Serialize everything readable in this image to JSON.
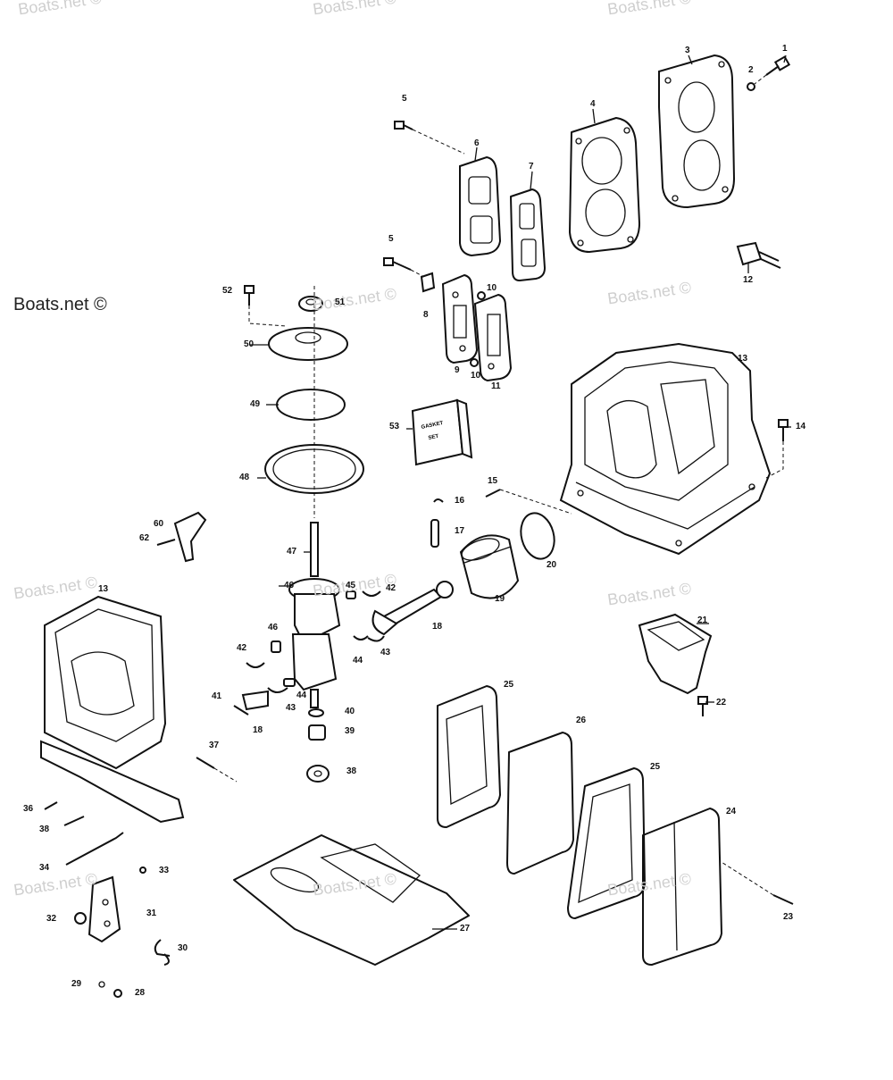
{
  "watermark": {
    "main": "Boats.net ©",
    "faint": "Boats.net ©"
  },
  "kit_box": {
    "line1": "GASKET",
    "line2": "SET"
  },
  "callouts": [
    {
      "id": "c1",
      "text": "1"
    },
    {
      "id": "c2",
      "text": "2"
    },
    {
      "id": "c3",
      "text": "3"
    },
    {
      "id": "c4",
      "text": "4"
    },
    {
      "id": "c5a",
      "text": "5"
    },
    {
      "id": "c5b",
      "text": "5"
    },
    {
      "id": "c6",
      "text": "6"
    },
    {
      "id": "c7",
      "text": "7"
    },
    {
      "id": "c8",
      "text": "8"
    },
    {
      "id": "c9",
      "text": "9"
    },
    {
      "id": "c10a",
      "text": "10"
    },
    {
      "id": "c10b",
      "text": "10"
    },
    {
      "id": "c11",
      "text": "11"
    },
    {
      "id": "c12",
      "text": "12"
    },
    {
      "id": "c13a",
      "text": "13"
    },
    {
      "id": "c13b",
      "text": "13"
    },
    {
      "id": "c14",
      "text": "14"
    },
    {
      "id": "c15",
      "text": "15"
    },
    {
      "id": "c16",
      "text": "16"
    },
    {
      "id": "c17",
      "text": "17"
    },
    {
      "id": "c18a",
      "text": "18"
    },
    {
      "id": "c18b",
      "text": "18"
    },
    {
      "id": "c19",
      "text": "19"
    },
    {
      "id": "c20",
      "text": "20"
    },
    {
      "id": "c21",
      "text": "21"
    },
    {
      "id": "c22",
      "text": "22"
    },
    {
      "id": "c23",
      "text": "23"
    },
    {
      "id": "c24",
      "text": "24"
    },
    {
      "id": "c25a",
      "text": "25"
    },
    {
      "id": "c25b",
      "text": "25"
    },
    {
      "id": "c26",
      "text": "26"
    },
    {
      "id": "c27",
      "text": "27"
    },
    {
      "id": "c28",
      "text": "28"
    },
    {
      "id": "c29",
      "text": "29"
    },
    {
      "id": "c30",
      "text": "30"
    },
    {
      "id": "c31",
      "text": "31"
    },
    {
      "id": "c32",
      "text": "32"
    },
    {
      "id": "c33",
      "text": "33"
    },
    {
      "id": "c34",
      "text": "34"
    },
    {
      "id": "c36",
      "text": "36"
    },
    {
      "id": "c37",
      "text": "37"
    },
    {
      "id": "c38a",
      "text": "38"
    },
    {
      "id": "c38b",
      "text": "38"
    },
    {
      "id": "c39",
      "text": "39"
    },
    {
      "id": "c40",
      "text": "40"
    },
    {
      "id": "c41",
      "text": "41"
    },
    {
      "id": "c42a",
      "text": "42"
    },
    {
      "id": "c42b",
      "text": "42"
    },
    {
      "id": "c43a",
      "text": "43"
    },
    {
      "id": "c43b",
      "text": "43"
    },
    {
      "id": "c44a",
      "text": "44"
    },
    {
      "id": "c44b",
      "text": "44"
    },
    {
      "id": "c45",
      "text": "45"
    },
    {
      "id": "c46a",
      "text": "46"
    },
    {
      "id": "c46b",
      "text": "46"
    },
    {
      "id": "c47",
      "text": "47"
    },
    {
      "id": "c48",
      "text": "48"
    },
    {
      "id": "c49",
      "text": "49"
    },
    {
      "id": "c50",
      "text": "50"
    },
    {
      "id": "c51",
      "text": "51"
    },
    {
      "id": "c52",
      "text": "52"
    },
    {
      "id": "c53",
      "text": "53"
    },
    {
      "id": "c60",
      "text": "60"
    },
    {
      "id": "c62",
      "text": "62"
    }
  ]
}
